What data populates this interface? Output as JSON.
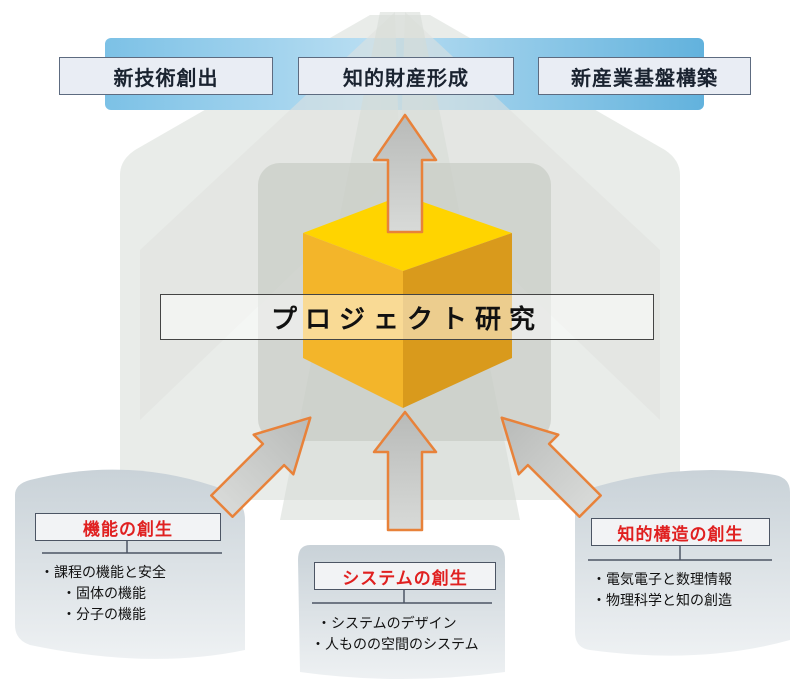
{
  "top": {
    "labels": [
      "新技術創出",
      "知的財産形成",
      "新産業基盤構築"
    ]
  },
  "center": {
    "label": "プロジェクト研究"
  },
  "left_group": {
    "title": "機能の創生",
    "items": [
      "・課程の機能と安全",
      "・固体の機能",
      "・分子の機能"
    ]
  },
  "middle_group": {
    "title": "システムの創生",
    "items": [
      "・システムのデザイン",
      "・人ものの空間のシステム"
    ]
  },
  "right_group": {
    "title": "知的構造の創生",
    "items": [
      "・電気電子と数理情報",
      "・物理科学と知の創造"
    ]
  },
  "colors": {
    "banner": "#6bb8e0",
    "cube_top": "#ffd400",
    "cube_left": "#f3b52a",
    "cube_right": "#d99a1c",
    "arrow_fill": "#c4c6c4",
    "arrow_stroke": "#e8823a",
    "title_red": "#e02020"
  }
}
